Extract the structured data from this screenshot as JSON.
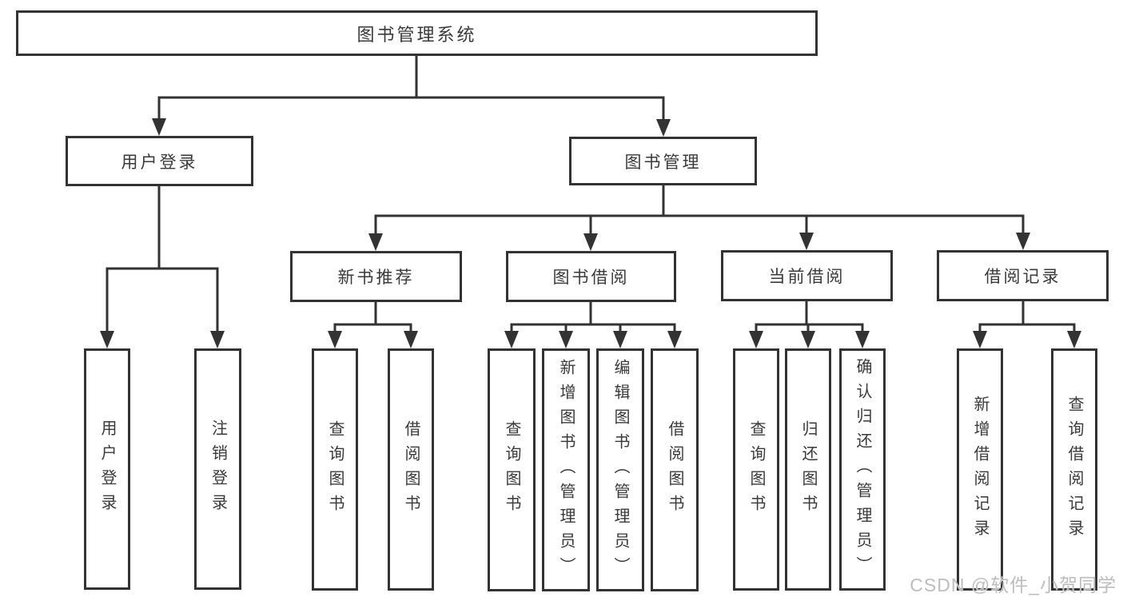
{
  "page": {
    "background": "#ffffff",
    "line_color": "#333333",
    "text_color": "#3a3a3a"
  },
  "watermark": {
    "text": "CSDN @软件_小贺同学",
    "color": "#bdbdbd"
  },
  "tree": {
    "root": {
      "label": "图书管理系统"
    },
    "children": [
      {
        "label": "用户登录",
        "children": [
          {
            "label": "用户登录"
          },
          {
            "label": "注销登录"
          }
        ]
      },
      {
        "label": "图书管理",
        "children": [
          {
            "label": "新书推荐",
            "children": [
              {
                "label": "查询图书"
              },
              {
                "label": "借阅图书"
              }
            ]
          },
          {
            "label": "图书借阅",
            "children": [
              {
                "label": "查询图书"
              },
              {
                "label": "新增图书（管理员）"
              },
              {
                "label": "编辑图书（管理员）"
              },
              {
                "label": "借阅图书"
              }
            ]
          },
          {
            "label": "当前借阅",
            "children": [
              {
                "label": "查询图书"
              },
              {
                "label": "归还图书"
              },
              {
                "label": "确认归还（管理员）"
              }
            ]
          },
          {
            "label": "借阅记录",
            "children": [
              {
                "label": "新增借阅记录"
              },
              {
                "label": "查询借阅记录"
              }
            ]
          }
        ]
      }
    ]
  }
}
